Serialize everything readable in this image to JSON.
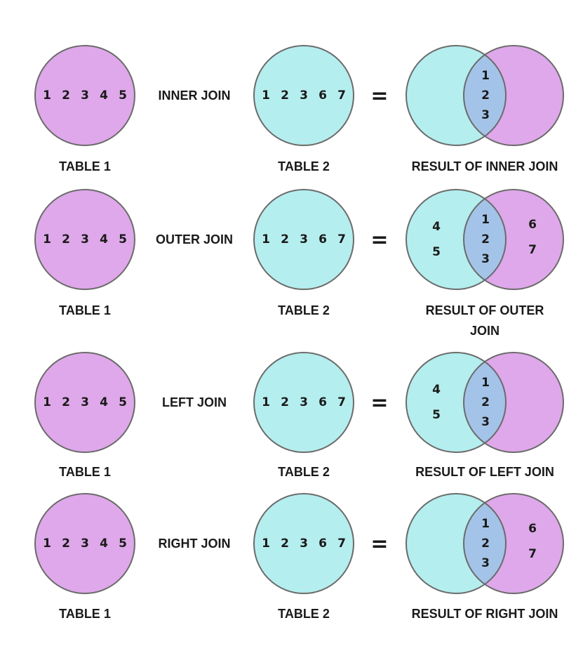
{
  "colors": {
    "table1": "#dfa8ea",
    "table2": "#b5eeee",
    "overlap": "#a4c3e8",
    "stroke": "#6b6b6b"
  },
  "rows": [
    {
      "id": "inner",
      "table1_values": [
        "1",
        "2",
        "3",
        "4",
        "5"
      ],
      "table1_label": "TABLE 1",
      "join_label": "INNER JOIN",
      "table2_values": [
        "1",
        "2",
        "3",
        "6",
        "7"
      ],
      "table2_label": "TABLE 2",
      "equals": "=",
      "result": {
        "left_only": [],
        "overlap": [
          "1",
          "2",
          "3"
        ],
        "right_only": []
      },
      "result_label": [
        "RESULT OF INNER JOIN"
      ]
    },
    {
      "id": "outer",
      "table1_values": [
        "1",
        "2",
        "3",
        "4",
        "5"
      ],
      "table1_label": "TABLE 1",
      "join_label": "OUTER JOIN",
      "table2_values": [
        "1",
        "2",
        "3",
        "6",
        "7"
      ],
      "table2_label": "TABLE 2",
      "equals": "=",
      "result": {
        "left_only": [
          "4",
          "5"
        ],
        "overlap": [
          "1",
          "2",
          "3"
        ],
        "right_only": [
          "6",
          "7"
        ]
      },
      "result_label": [
        "RESULT OF OUTER",
        "JOIN"
      ]
    },
    {
      "id": "left",
      "table1_values": [
        "1",
        "2",
        "3",
        "4",
        "5"
      ],
      "table1_label": "TABLE 1",
      "join_label": "LEFT JOIN",
      "table2_values": [
        "1",
        "2",
        "3",
        "6",
        "7"
      ],
      "table2_label": "TABLE 2",
      "equals": "=",
      "result": {
        "left_only": [
          "4",
          "5"
        ],
        "overlap": [
          "1",
          "2",
          "3"
        ],
        "right_only": []
      },
      "result_label": [
        "RESULT OF LEFT JOIN"
      ]
    },
    {
      "id": "right",
      "table1_values": [
        "1",
        "2",
        "3",
        "4",
        "5"
      ],
      "table1_label": "TABLE 1",
      "join_label": "RIGHT JOIN",
      "table2_values": [
        "1",
        "2",
        "3",
        "6",
        "7"
      ],
      "table2_label": "TABLE 2",
      "equals": "=",
      "result": {
        "left_only": [],
        "overlap": [
          "1",
          "2",
          "3"
        ],
        "right_only": [
          "6",
          "7"
        ]
      },
      "result_label": [
        "RESULT OF RIGHT JOIN"
      ]
    }
  ]
}
